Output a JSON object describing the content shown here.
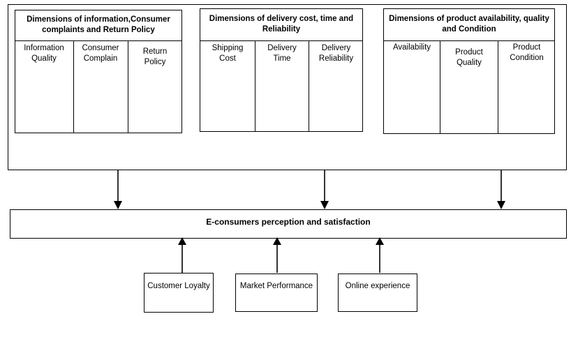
{
  "diagram": {
    "title_text": "E-consumers perception and satisfaction",
    "groups": [
      {
        "title": "Dimensions of information,Consumer complaints and Return Policy",
        "cells": [
          {
            "label": "Information Quality"
          },
          {
            "label": "Consumer Complain"
          },
          {
            "label": "Return Policy"
          }
        ]
      },
      {
        "title": "Dimensions of delivery cost, time and Reliability",
        "cells": [
          {
            "label": "Shipping Cost"
          },
          {
            "label": "Delivery Time"
          },
          {
            "label": "Delivery Reliability"
          }
        ]
      },
      {
        "title": "Dimensions of product availability, quality and Condition",
        "cells": [
          {
            "label": "Availability"
          },
          {
            "label": "Product Quality"
          },
          {
            "label": "Product Condition"
          }
        ]
      }
    ],
    "outcomes": [
      {
        "label": "Customer Loyalty"
      },
      {
        "label": "Market Performance"
      },
      {
        "label": "Online experience"
      }
    ],
    "colors": {
      "stroke": "#000000",
      "background": "#ffffff",
      "text": "#000000"
    }
  }
}
